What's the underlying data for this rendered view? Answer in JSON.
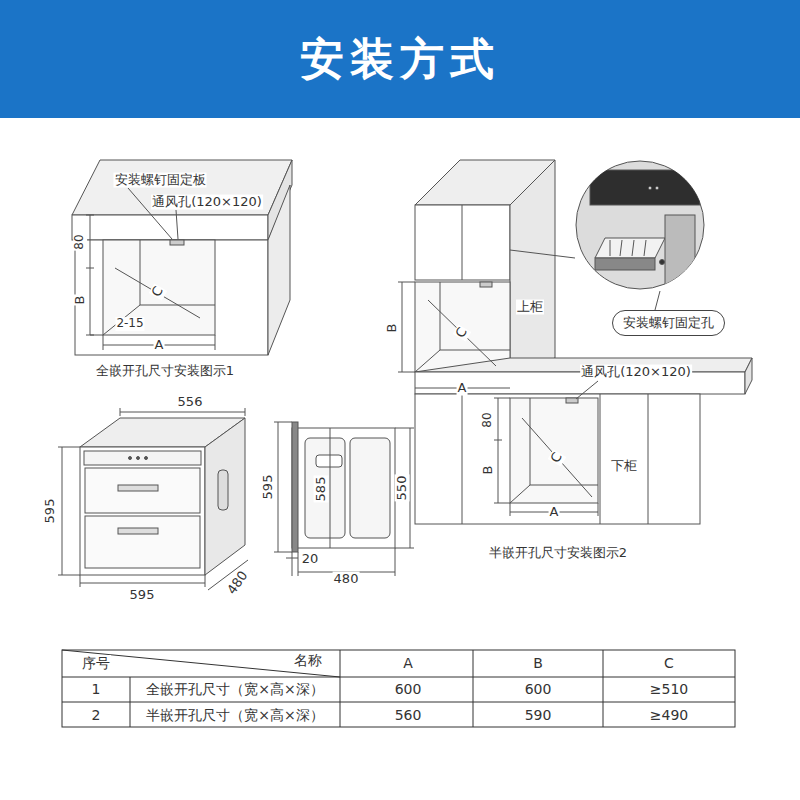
{
  "diagram": {
    "title": "安装方式",
    "nodes": [
      {
        "text": [
          "安装螺钉固定孔"
        ]
      }
    ],
    "labels": [
      "安装螺钉固定板",
      "通风孔(120×120)",
      "80",
      "B",
      "C",
      "2-15",
      "A",
      "全嵌开孔尺寸安装图示1",
      "556",
      "595",
      "595",
      "480",
      "595",
      "585",
      "550",
      "20",
      "480",
      "上柜",
      "B",
      "C",
      "A",
      "通风孔(120×120)",
      "80",
      "B",
      "C",
      "下柜",
      "A",
      "半嵌开孔尺寸安装图示2",
      "序号",
      "名称",
      "A",
      "B",
      "C",
      "1",
      "全嵌开孔尺寸（宽×高×深）",
      "600",
      "600",
      "≥510",
      "2",
      "半嵌开孔尺寸（宽×高×深）",
      "560",
      "590",
      "≥490"
    ]
  }
}
